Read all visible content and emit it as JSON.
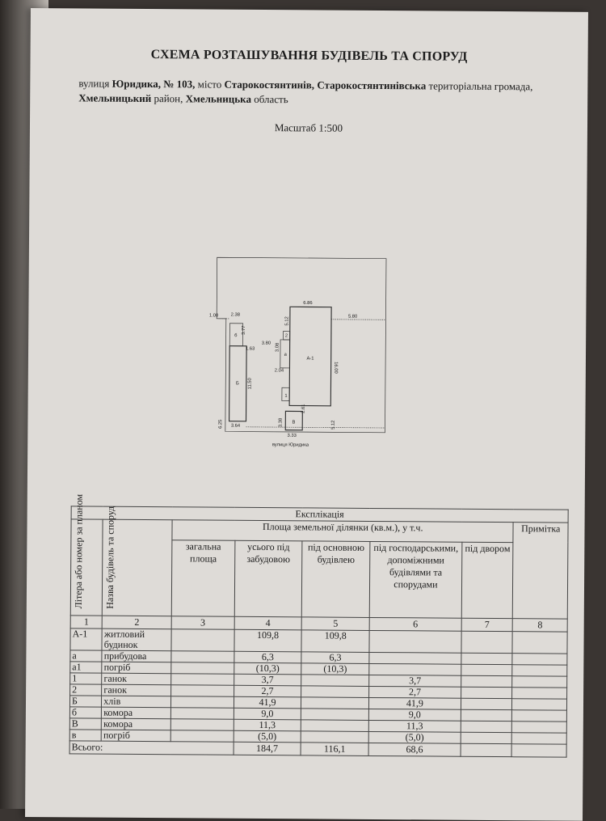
{
  "header": {
    "title": "СХЕМА РОЗТАШУВАННЯ БУДІВЕЛЬ ТА СПОРУД",
    "street_label": "вулиця",
    "street": "Юридика, № 103,",
    "city_label": "місто",
    "city": "Старокостянтинів,",
    "community": "Старокостянтинівська",
    "community_suffix": "територіальна громада,",
    "district": "Хмельницький",
    "district_suffix": "район,",
    "region": "Хмельницька",
    "region_suffix": "область",
    "scale": "Масштаб 1:500"
  },
  "plan": {
    "street_label": "вулиця Юридика",
    "labels": {
      "a1": "А-1",
      "b_big": "Б",
      "b_small": "б",
      "v_big": "В",
      "a_small": "а",
      "n1": "1",
      "n2": "2"
    },
    "dims": [
      "1.00",
      "2.38",
      "3.77",
      "1.63",
      "3.80",
      "6.86",
      "5.12",
      "5.80",
      "3.08",
      "16.00",
      "11.50",
      "2.04",
      "2.61",
      "3.64",
      "3.38",
      "5.12",
      "3.33",
      "6.25"
    ]
  },
  "table": {
    "caption": "Експлікація",
    "col_letter": "Літера або номер за планом",
    "col_name": "Назва будівель та споруд",
    "area_header": "Площа земельної ділянки (кв.м.), у т.ч.",
    "col_total": "загальна площа",
    "col_built": "усього під забудовою",
    "col_main": "під основною будівлею",
    "col_aux": "під господарськими, допоміжними будівлями та спорудами",
    "col_yard": "під двором",
    "col_note": "Примітка",
    "col_numbers": [
      "1",
      "2",
      "3",
      "4",
      "5",
      "6",
      "7",
      "8"
    ],
    "rows": [
      {
        "letter": "А-1",
        "name": "житловий будинок",
        "total": "",
        "built": "109,8",
        "main": "109,8",
        "aux": "",
        "yard": "",
        "note": ""
      },
      {
        "letter": "а",
        "name": "прибудова",
        "total": "",
        "built": "6,3",
        "main": "6,3",
        "aux": "",
        "yard": "",
        "note": ""
      },
      {
        "letter": "а1",
        "name": "погріб",
        "total": "",
        "built": "(10,3)",
        "main": "(10,3)",
        "aux": "",
        "yard": "",
        "note": ""
      },
      {
        "letter": "1",
        "name": "ганок",
        "total": "",
        "built": "3,7",
        "main": "",
        "aux": "3,7",
        "yard": "",
        "note": ""
      },
      {
        "letter": "2",
        "name": "ганок",
        "total": "",
        "built": "2,7",
        "main": "",
        "aux": "2,7",
        "yard": "",
        "note": ""
      },
      {
        "letter": "Б",
        "name": "хлів",
        "total": "",
        "built": "41,9",
        "main": "",
        "aux": "41,9",
        "yard": "",
        "note": ""
      },
      {
        "letter": "б",
        "name": "комора",
        "total": "",
        "built": "9,0",
        "main": "",
        "aux": "9,0",
        "yard": "",
        "note": ""
      },
      {
        "letter": "В",
        "name": "комора",
        "total": "",
        "built": "11,3",
        "main": "",
        "aux": "11,3",
        "yard": "",
        "note": ""
      },
      {
        "letter": "в",
        "name": "погріб",
        "total": "",
        "built": "(5,0)",
        "main": "",
        "aux": "(5,0)",
        "yard": "",
        "note": ""
      }
    ],
    "total_label": "Всього:",
    "total_built": "184,7",
    "total_main": "116,1",
    "total_aux": "68,6"
  }
}
